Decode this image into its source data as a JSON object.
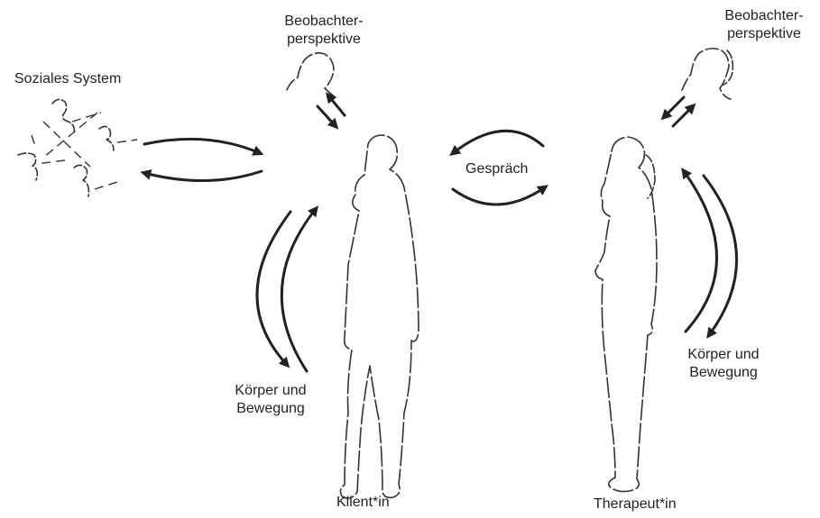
{
  "labels": {
    "observer_left_line1": "Beobachter-",
    "observer_left_line2": "perspektive",
    "observer_right_line1": "Beobachter-",
    "observer_right_line2": "perspektive",
    "social_system": "Soziales System",
    "conversation": "Gespräch",
    "body_left_line1": "Körper und",
    "body_left_line2": "Bewegung",
    "body_right_line1": "Körper und",
    "body_right_line2": "Bewegung",
    "client": "Klient*in",
    "therapist": "Therapeut*in"
  },
  "colors": {
    "line": "#222222",
    "background": "#ffffff"
  },
  "icons": {
    "client": "person-silhouette-icon",
    "therapist": "person-silhouette-icon",
    "observer_left": "head-silhouette-icon",
    "observer_right": "head-silhouette-icon",
    "social_group": "group-network-icon"
  }
}
